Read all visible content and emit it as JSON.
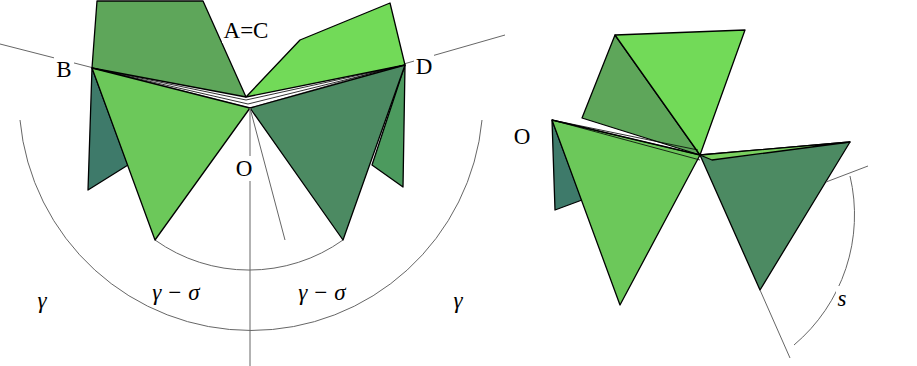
{
  "diagram": {
    "labels": [
      "B",
      "A=C",
      "D",
      "O",
      "γ",
      "γ − σ",
      "γ − σ",
      "γ",
      "O",
      "s"
    ]
  }
}
